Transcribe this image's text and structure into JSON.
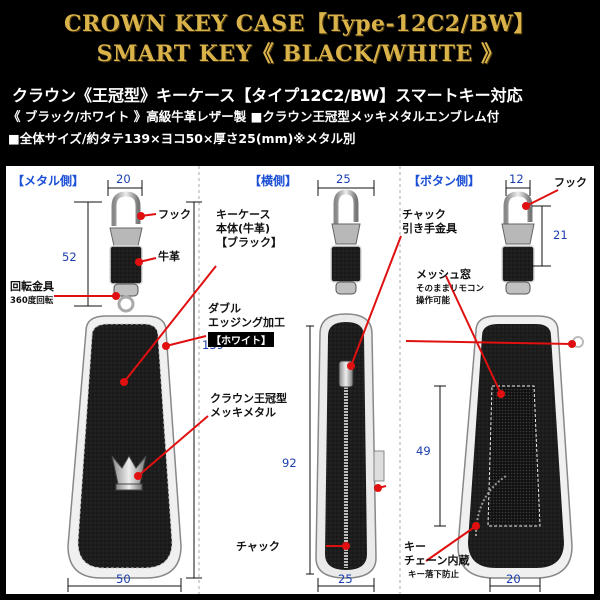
{
  "title_line1": "CROWN KEY CASE【Type-12C2/BW】",
  "title_line2": "SMART KEY《 BLACK/WHITE 》",
  "subtitle_line1": "クラウン《王冠型》キーケース【タイプ12C2/BW】スマートキー対応",
  "subtitle_line2": "《 ブラック/ホワイト 》高級牛革レザー製 ■クラウン王冠型メッキメタルエンブレム付",
  "subtitle_line3": "■全体サイズ/約タテ139×ヨコ50×厚さ25(mm)※メタル別",
  "sections": {
    "metal_side": "【メタル側】",
    "side": "【横側】",
    "button_side": "【ボタン側】"
  },
  "labels": {
    "hook": "フック",
    "leather": "牛革",
    "swivel": "回転金具",
    "swivel_note": "360度回転",
    "body_line1": "キーケース",
    "body_line2": "本体(牛革)",
    "body_line3": "【ブラック】",
    "edging_line1": "ダブル",
    "edging_line2": "エッジング加工",
    "edging_badge": "【ホワイト】",
    "emblem_line1": "クラウン王冠型",
    "emblem_line2": "メッキメタル",
    "zipper": "チャック",
    "zipper_pull_line1": "チャック",
    "zipper_pull_line2": "引き手金具",
    "hook_right": "フック",
    "mesh_line1": "メッシュ窓",
    "mesh_line2": "そのままリモコン",
    "mesh_line3": "操作可能",
    "chain_line1": "キー",
    "chain_line2": "チェーン内蔵",
    "chain_note": "キー落下防止"
  },
  "dimensions": {
    "metal_top_width": "20",
    "metal_upper_height": "52",
    "metal_bottom_width": "50",
    "total_height": "139",
    "side_top_width": "25",
    "side_bottom_width": "25",
    "side_height": "92",
    "button_top_width": "12",
    "button_upper_height": "21",
    "mesh_height": "49",
    "button_bottom_width": "20"
  },
  "colors": {
    "title_gold": "#d9b24a",
    "section_blue": "#1a4fd6",
    "dimension_blue": "#1a3fae",
    "pointer_red": "#e01010",
    "case_black": "#1a1a1a",
    "edging_white": "#eeeeee"
  }
}
